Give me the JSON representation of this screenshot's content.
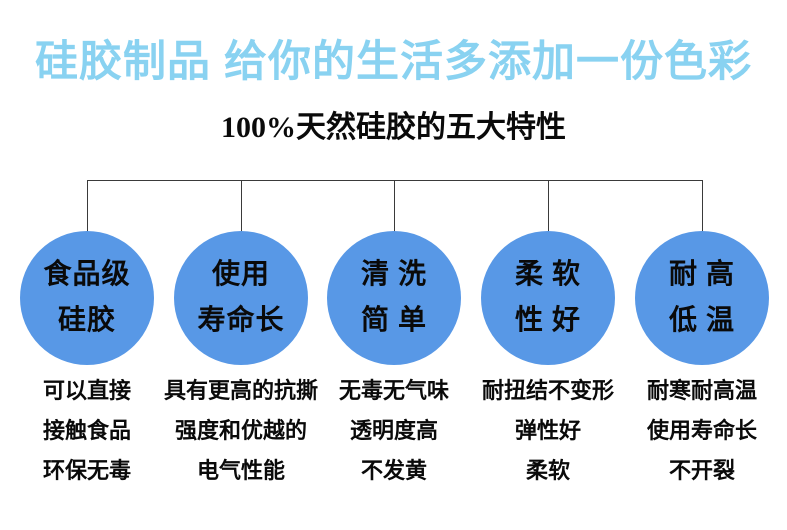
{
  "title": "硅胶制品  给你的生活多添加一份色彩",
  "subtitle": "100%天然硅胶的五大特性",
  "features": [
    {
      "circle": [
        "食品级",
        "硅胶"
      ],
      "desc": [
        "可以直接",
        "接触食品",
        "环保无毒"
      ]
    },
    {
      "circle": [
        "使用",
        "寿命长"
      ],
      "desc": [
        "具有更高的抗撕",
        "强度和优越的",
        "电气性能"
      ]
    },
    {
      "circle": [
        "清 洗",
        "简 单"
      ],
      "desc": [
        "无毒无气味",
        "透明度高",
        "不发黄"
      ]
    },
    {
      "circle": [
        "柔 软",
        "性 好"
      ],
      "desc": [
        "耐扭结不变形",
        "弹性好",
        "柔软"
      ]
    },
    {
      "circle": [
        "耐 高",
        "低 温"
      ],
      "desc": [
        "耐寒耐高温",
        "使用寿命长",
        "不开裂"
      ]
    }
  ],
  "colors": {
    "background": "#ffffff",
    "title-text": "#89d2f1",
    "circle-fill": "#5898e6",
    "connector": "#3a3a3a",
    "body-text": "#0a0a0a"
  }
}
